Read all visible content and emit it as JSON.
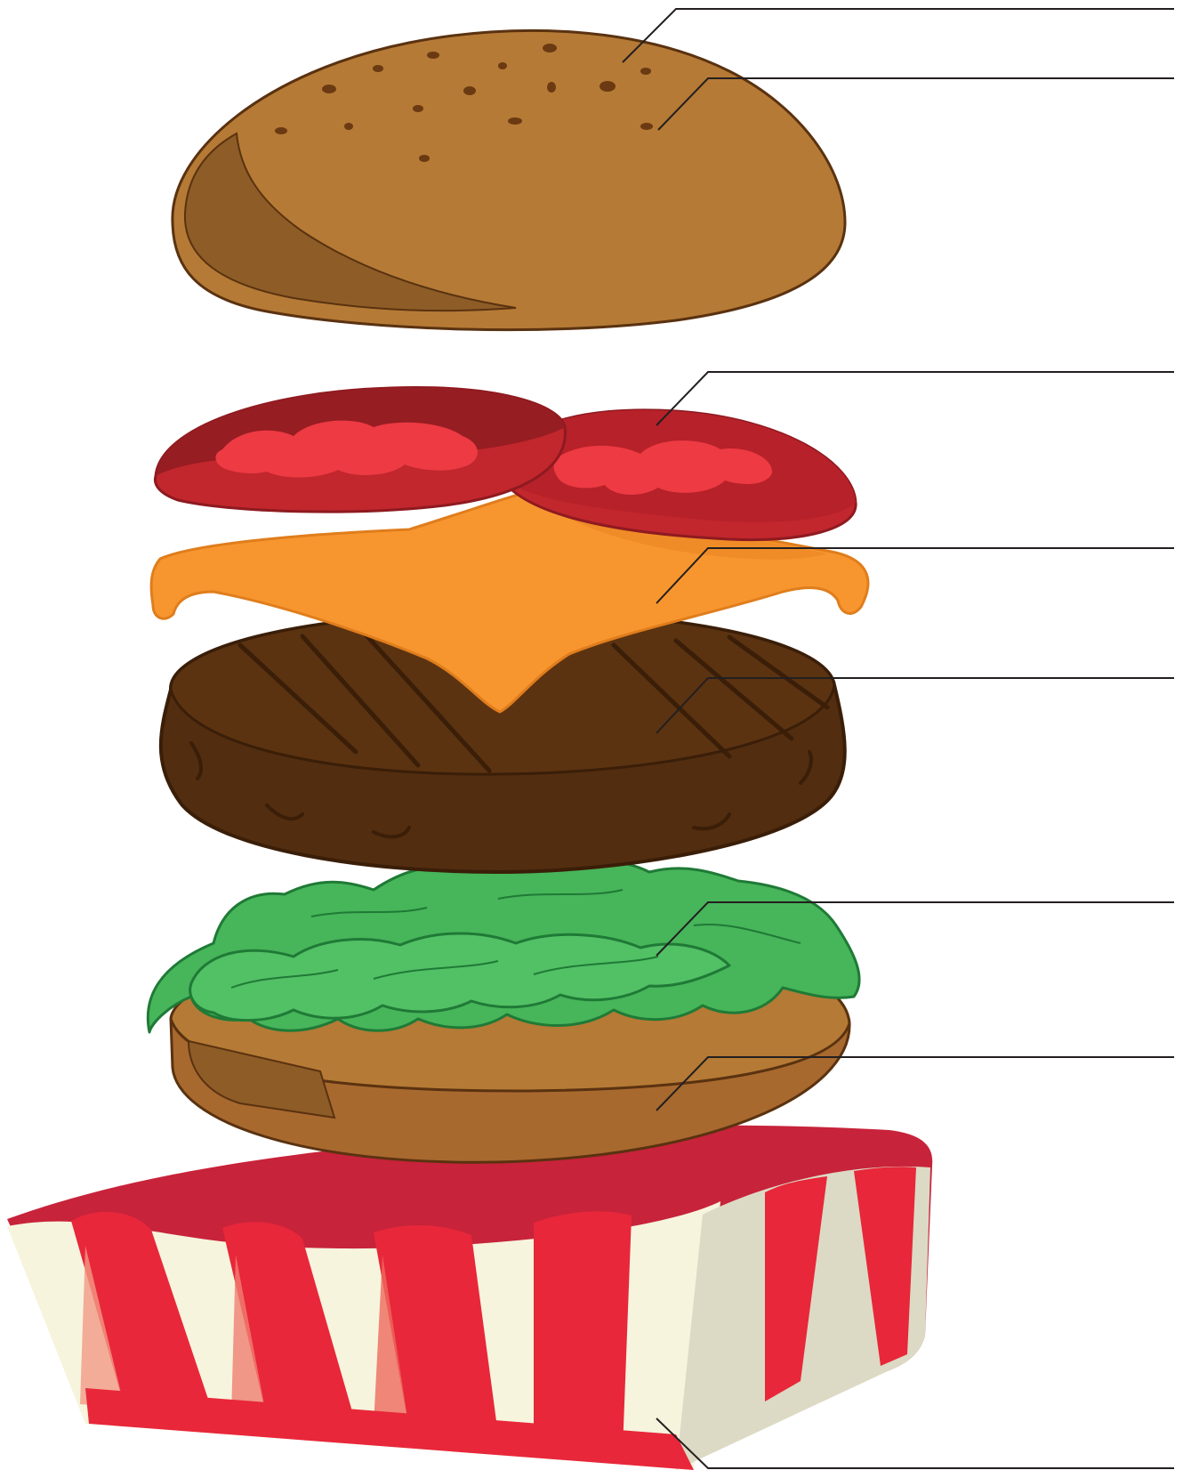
{
  "diagram": {
    "title": "",
    "parts": [
      {
        "id": "top-bun",
        "label": ""
      },
      {
        "id": "sesame-seeds",
        "label": ""
      },
      {
        "id": "tomato",
        "label": ""
      },
      {
        "id": "cheese",
        "label": ""
      },
      {
        "id": "patty",
        "label": ""
      },
      {
        "id": "lettuce",
        "label": ""
      },
      {
        "id": "bottom-bun",
        "label": ""
      },
      {
        "id": "wrapper",
        "label": ""
      }
    ]
  },
  "colors": {
    "bun": "#b57a35",
    "bun_shadow": "#8e5c26",
    "bun_outline": "#5a3210",
    "tomato": "#c1272d",
    "tomato_flesh": "#ed3a43",
    "cheese": "#f7962f",
    "patty": "#522d10",
    "lettuce": "#47b55a",
    "lettuce_outline": "#1f7a36",
    "wrapper_red": "#e8273a",
    "wrapper_cream": "#f6f4dc",
    "leader_line": "#231f20"
  }
}
